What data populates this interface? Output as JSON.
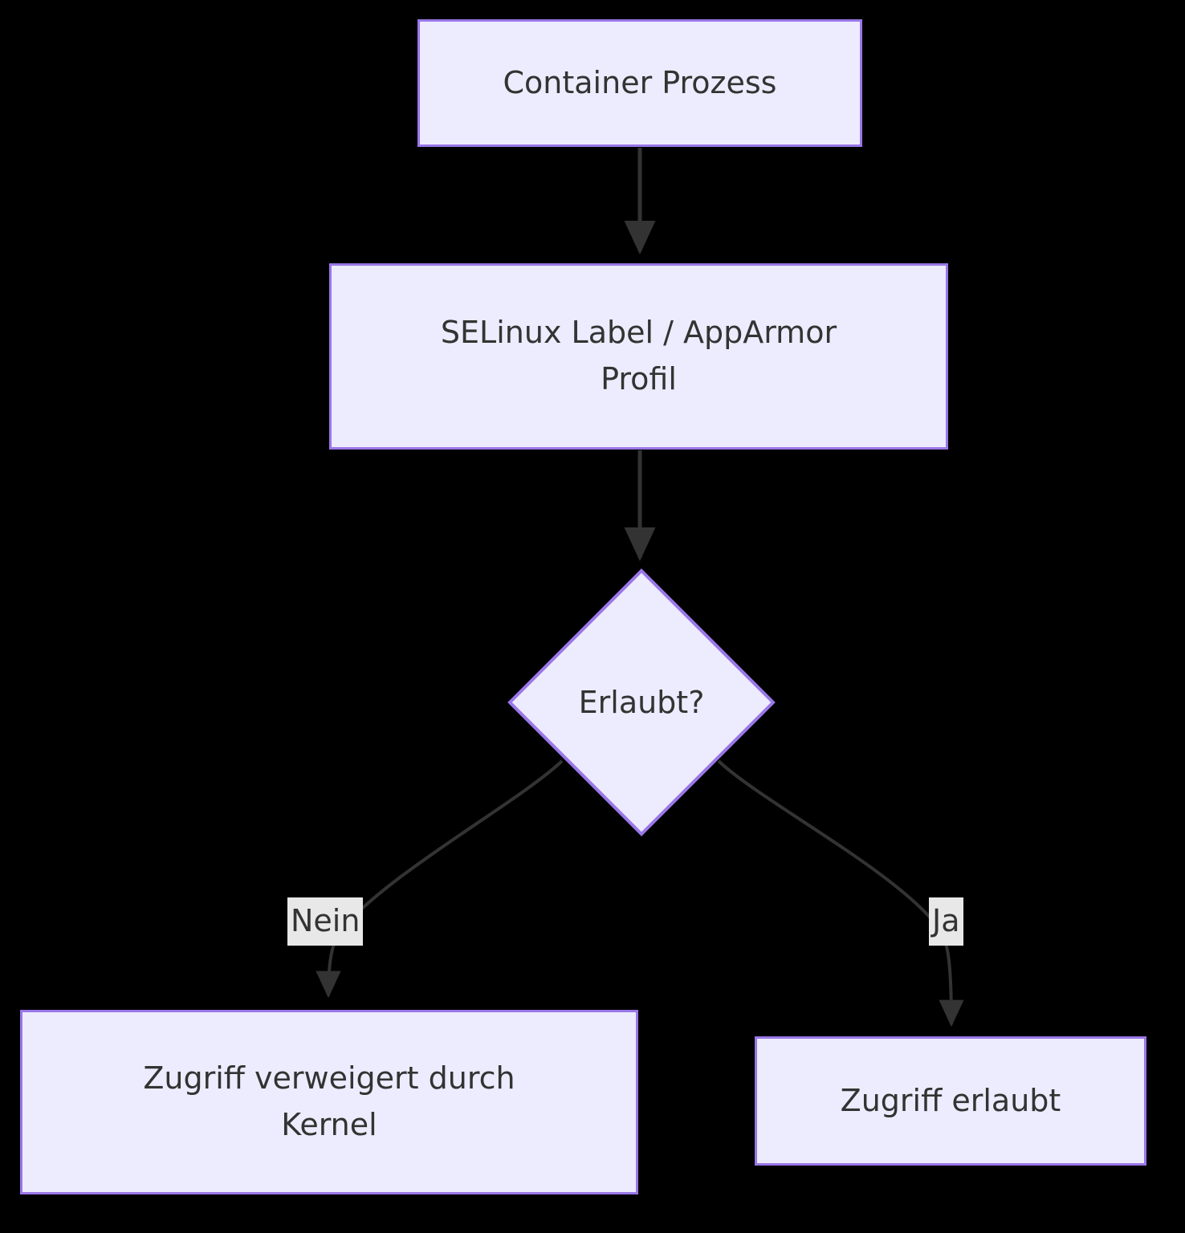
{
  "diagram": {
    "type": "flowchart",
    "direction": "top-down",
    "background_color": "#000000",
    "node_fill_color": "#ececfe",
    "node_border_color": "#9a77e8",
    "node_text_color": "#333333",
    "edge_color": "#333333",
    "edge_label_background_color": "#e8e8e8",
    "nodes": [
      {
        "id": "container-prozess",
        "shape": "rect",
        "label": "Container Prozess"
      },
      {
        "id": "selinux-apparmor",
        "shape": "rect",
        "label": "SELinux Label / AppArmor\nProfil"
      },
      {
        "id": "erlaubt",
        "shape": "diamond",
        "label": "Erlaubt?"
      },
      {
        "id": "zugriff-verweigert",
        "shape": "rect",
        "label": "Zugriff verweigert durch\nKernel"
      },
      {
        "id": "zugriff-erlaubt",
        "shape": "rect",
        "label": "Zugriff erlaubt"
      }
    ],
    "edges": [
      {
        "id": "edge-container-to-selinux",
        "from": "container-prozess",
        "to": "selinux-apparmor",
        "label": ""
      },
      {
        "id": "edge-selinux-to-erlaubt",
        "from": "selinux-apparmor",
        "to": "erlaubt",
        "label": ""
      },
      {
        "id": "edge-erlaubt-nein",
        "from": "erlaubt",
        "to": "zugriff-verweigert",
        "label": "Nein"
      },
      {
        "id": "edge-erlaubt-ja",
        "from": "erlaubt",
        "to": "zugriff-erlaubt",
        "label": "Ja"
      }
    ]
  }
}
